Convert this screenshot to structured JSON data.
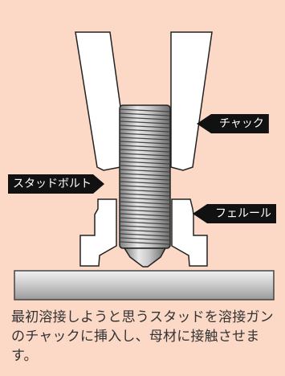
{
  "colors": {
    "background": "#fcd8c6",
    "part_fill": "#ffffff",
    "outline": "#222222",
    "label_bg": "#111111",
    "label_text": "#ffffff",
    "base_plate": "#cccccc"
  },
  "labels": {
    "chuck": "チャック",
    "stud_bolt": "スタッドボルト",
    "ferrule": "フェルール"
  },
  "caption": "最初溶接しようと思うスタッドを溶接ガンのチャックに挿入し、母材に接触させます。"
}
